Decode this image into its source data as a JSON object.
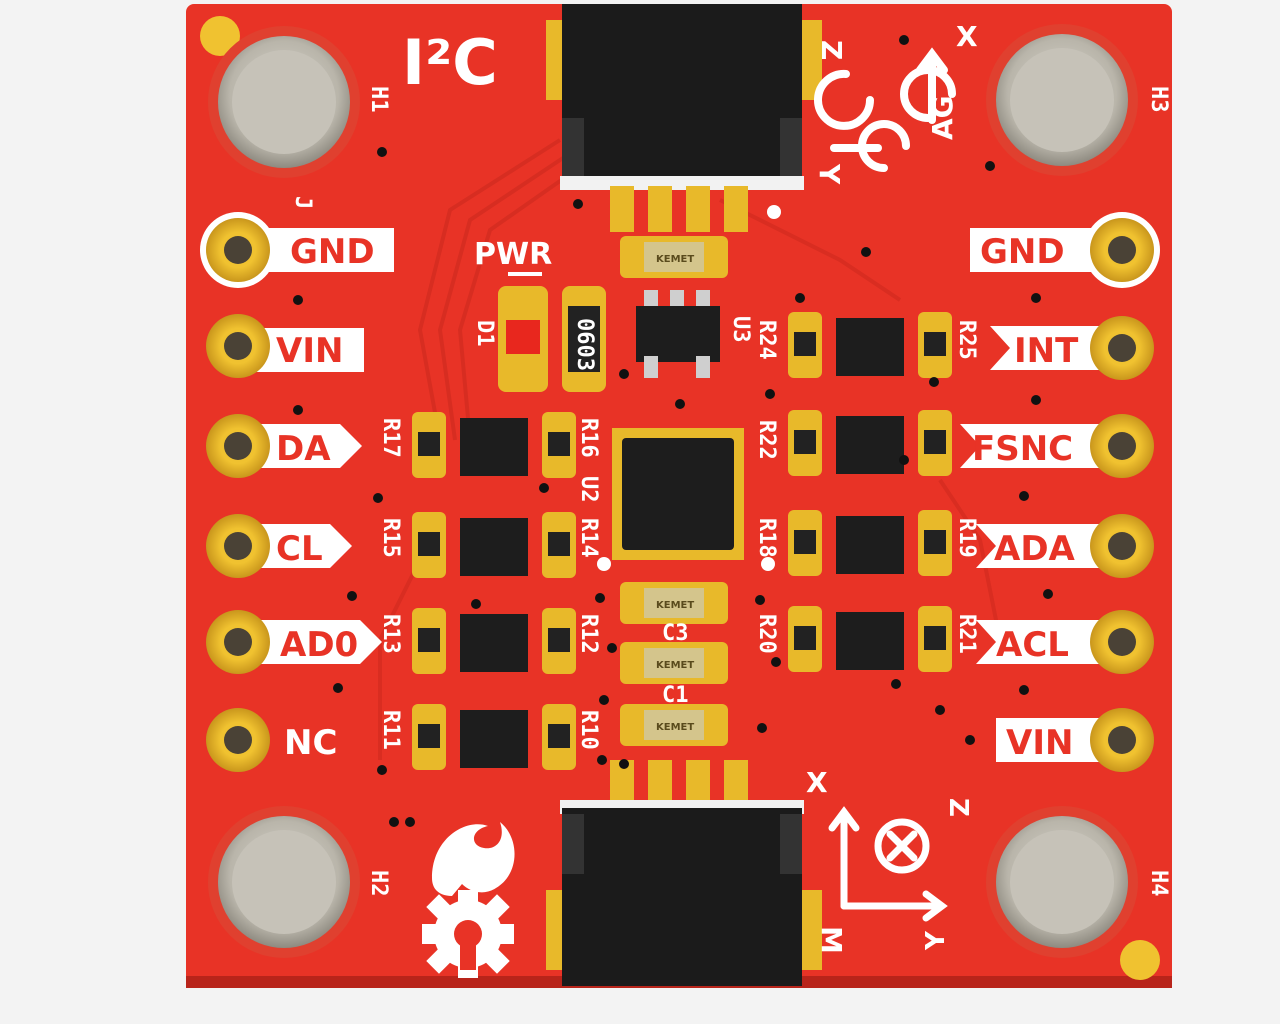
{
  "board": {
    "protocol_label": "I²C",
    "power_led_label": "PWR",
    "left_header": [
      {
        "label": "GND",
        "style": "tag"
      },
      {
        "label": "VIN",
        "style": "tag"
      },
      {
        "label": "DA",
        "style": "tag"
      },
      {
        "label": "CL",
        "style": "tag"
      },
      {
        "label": "AD0",
        "style": "tag"
      },
      {
        "label": "NC",
        "style": "plain"
      }
    ],
    "right_header": [
      {
        "label": "GND"
      },
      {
        "label": "INT"
      },
      {
        "label": "FSNC"
      },
      {
        "label": "ADA"
      },
      {
        "label": "ACL"
      },
      {
        "label": "VIN"
      }
    ],
    "mount_holes": [
      "H1",
      "H2",
      "H3",
      "H4"
    ],
    "designators": {
      "d1": "D1",
      "u3": "U3",
      "u2": "U2",
      "r24": "R24",
      "r25": "R25",
      "r22": "R22",
      "r18": "R18",
      "r19": "R19",
      "r20": "R20",
      "r21": "R21",
      "r17": "R17",
      "r15": "R15",
      "r13": "R13",
      "r11": "R11",
      "r16": "R16",
      "r14": "R14",
      "r12": "R12",
      "r10": "R10",
      "c1": "C1",
      "c3": "C3",
      "j": "J",
      "size_code": "0603",
      "cap_brand": "KEMET"
    },
    "axes_top": {
      "x": "X",
      "y": "Y",
      "z": "Z",
      "ag": "AG"
    },
    "axes_bottom": {
      "x": "X",
      "y": "Y",
      "z": "Z",
      "m": "M"
    },
    "colors": {
      "pcb": "#e83326",
      "pad_gold": "#e8b92a",
      "silk": "#ffffff",
      "connector": "#1b1b1b",
      "background": "#f3f3f3"
    }
  }
}
